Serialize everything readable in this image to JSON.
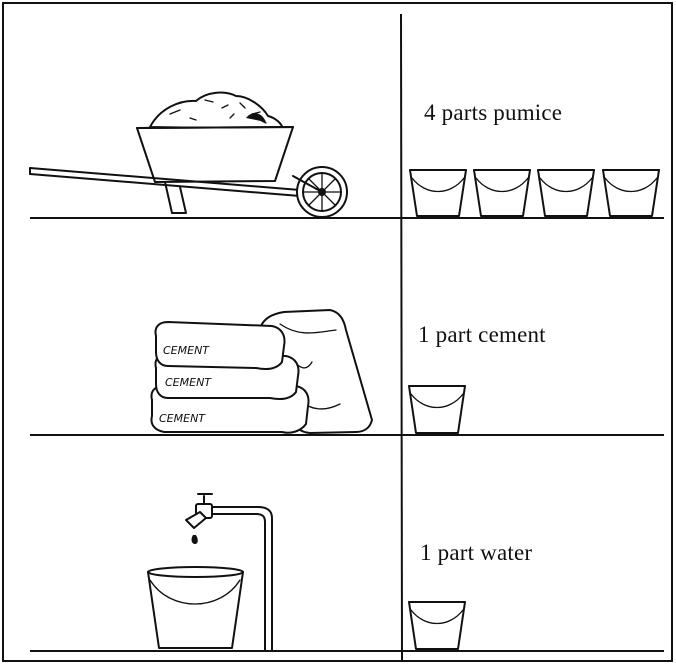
{
  "rows": [
    {
      "id": "pumice",
      "label": "4 parts pumice",
      "bucket_count": 4,
      "source": "wheelbarrow-icon"
    },
    {
      "id": "cement",
      "label": "1 part cement",
      "bucket_count": 1,
      "source": "cement-bags-icon"
    },
    {
      "id": "water",
      "label": "1 part water",
      "bucket_count": 1,
      "source": "water-tap-icon"
    }
  ],
  "bag_text": "CEMENT",
  "colors": {
    "ink": "#111111",
    "background": "#ffffff"
  }
}
